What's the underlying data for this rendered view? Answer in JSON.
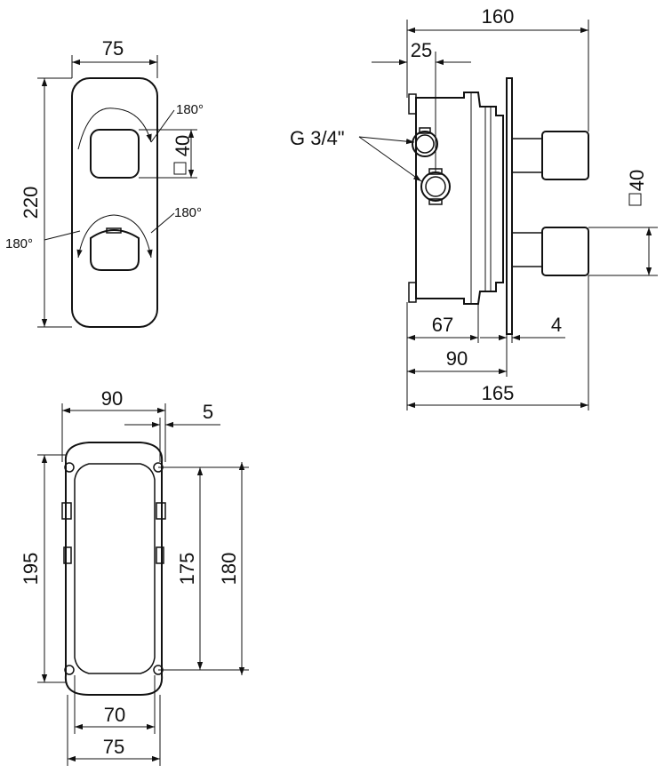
{
  "front_view": {
    "width_label": "75",
    "height_label": "220",
    "square_label": "40",
    "angle_top_label": "180°",
    "angle_mid_right_label": "180°",
    "angle_mid_left_label": "180°"
  },
  "side_view": {
    "overall_label": "160",
    "offset_label": "25",
    "thread_label": "G 3/4\"",
    "square_label": "40",
    "depth_a_label": "67",
    "plate_label": "4",
    "depth_b_label": "90",
    "total_label": "165"
  },
  "box_view": {
    "width_label": "90",
    "offset_label": "5",
    "height_outer_label": "195",
    "height_inner_label": "175",
    "height_total_label": "180",
    "bottom_inner_label": "70",
    "bottom_outer_label": "75"
  }
}
